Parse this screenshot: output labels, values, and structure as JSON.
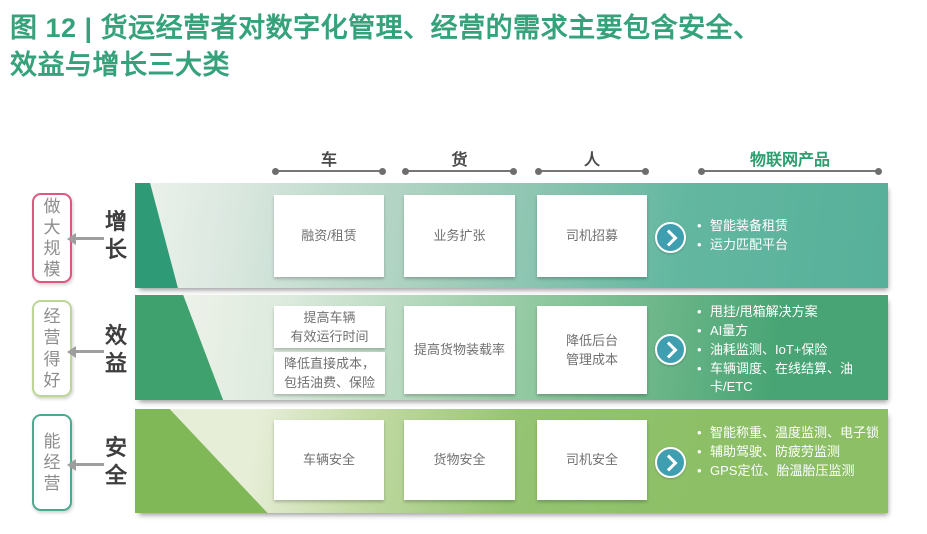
{
  "title": {
    "line1": "图 12 | 货运经营者对数字化管理、经营的需求主要包含安全、",
    "line2": "效益与增长三大类"
  },
  "columns": {
    "vehicle": "车",
    "cargo": "货",
    "person": "人",
    "iot": "物联网产品"
  },
  "rows": [
    {
      "side_label": "做大规模",
      "category": "增长",
      "cards": {
        "vehicle": [
          "融资/租赁"
        ],
        "cargo": [
          "业务扩张"
        ],
        "person": [
          "司机招募"
        ]
      },
      "iot_products": [
        "智能装备租赁",
        "运力匹配平台"
      ]
    },
    {
      "side_label": "经营得好",
      "category": "效益",
      "cards": {
        "vehicle": [
          "提高车辆\n有效运行时间",
          "降低直接成本，\n包括油费、保险"
        ],
        "cargo": [
          "提高货物装载率"
        ],
        "person": [
          "降低后台\n管理成本"
        ]
      },
      "iot_products": [
        "甩挂/甩箱解决方案",
        "AI量方",
        "油耗监测、IoT+保险",
        "车辆调度、在线结算、油卡/ETC"
      ]
    },
    {
      "side_label": "能经营",
      "category": "安全",
      "cards": {
        "vehicle": [
          "车辆安全"
        ],
        "cargo": [
          "货物安全"
        ],
        "person": [
          "司机安全"
        ]
      },
      "iot_products": [
        "智能称重、温度监测、电子锁",
        "辅助驾驶、防疲劳监测",
        "GPS定位、胎温胎压监测"
      ]
    }
  ],
  "colors": {
    "title_green": "#36A27B",
    "iot_header_green": "#2E9E6F",
    "band_growth_main": "#57B09A",
    "band_growth_triangle": "#2E9B76",
    "band_benefit_main": "#48A474",
    "band_benefit_triangle": "#3FA26E",
    "band_safety_main": "#8CBF66",
    "band_safety_triangle": "#80B757",
    "chevron_circle": "#3F9FB0",
    "side_border_growth": "#DB5880",
    "side_border_benefit": "#BCD695",
    "side_border_safety": "#4BAA8D"
  }
}
